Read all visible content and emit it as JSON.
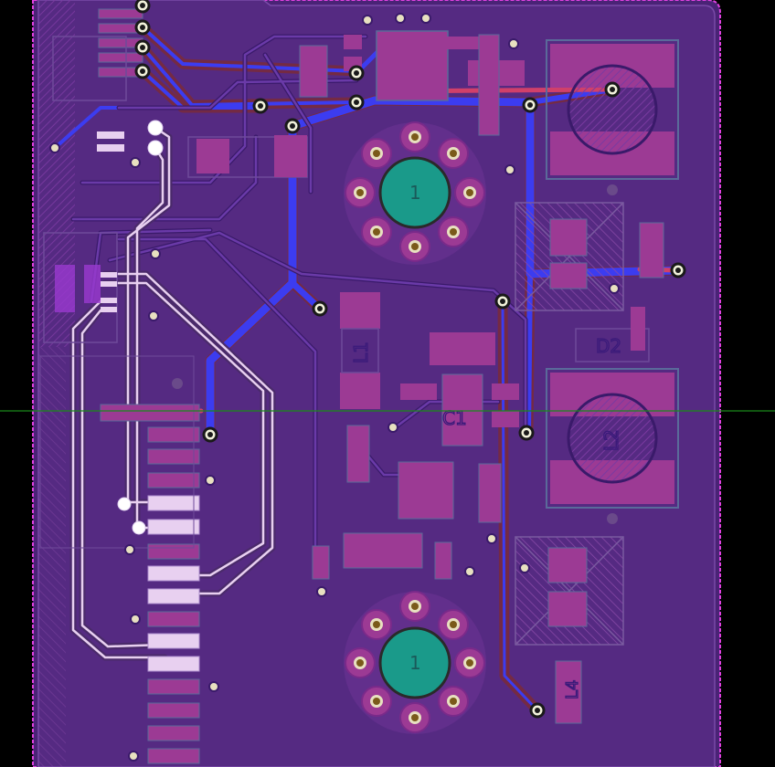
{
  "view": {
    "background_color": "#000000",
    "board_color": "#4a2376",
    "pour_color": "#552a82",
    "outline_color": "#e040e0",
    "pad_color": "#9c3a94",
    "pad_outline_color": "#5a6a9a",
    "top_trace_color": "#d0406a",
    "bottom_trace_color": "#3c3cf0",
    "selected_trace_color": "#e8d0f0",
    "via_color": "#f2f2dc",
    "drill_color": "#1a1a1a",
    "crosshair_color": "#1a8a1a",
    "hole_pad_color": "#1a9a8a",
    "silkscreen_color": "#6e4a9a",
    "keepout_color": "#7a5aa0"
  },
  "designators": {
    "d2": "D2",
    "l2": "L2",
    "c1": "C1",
    "l1": "L1",
    "l4": "L4",
    "pin_1_top": "1",
    "pin_1_bottom": "1"
  }
}
